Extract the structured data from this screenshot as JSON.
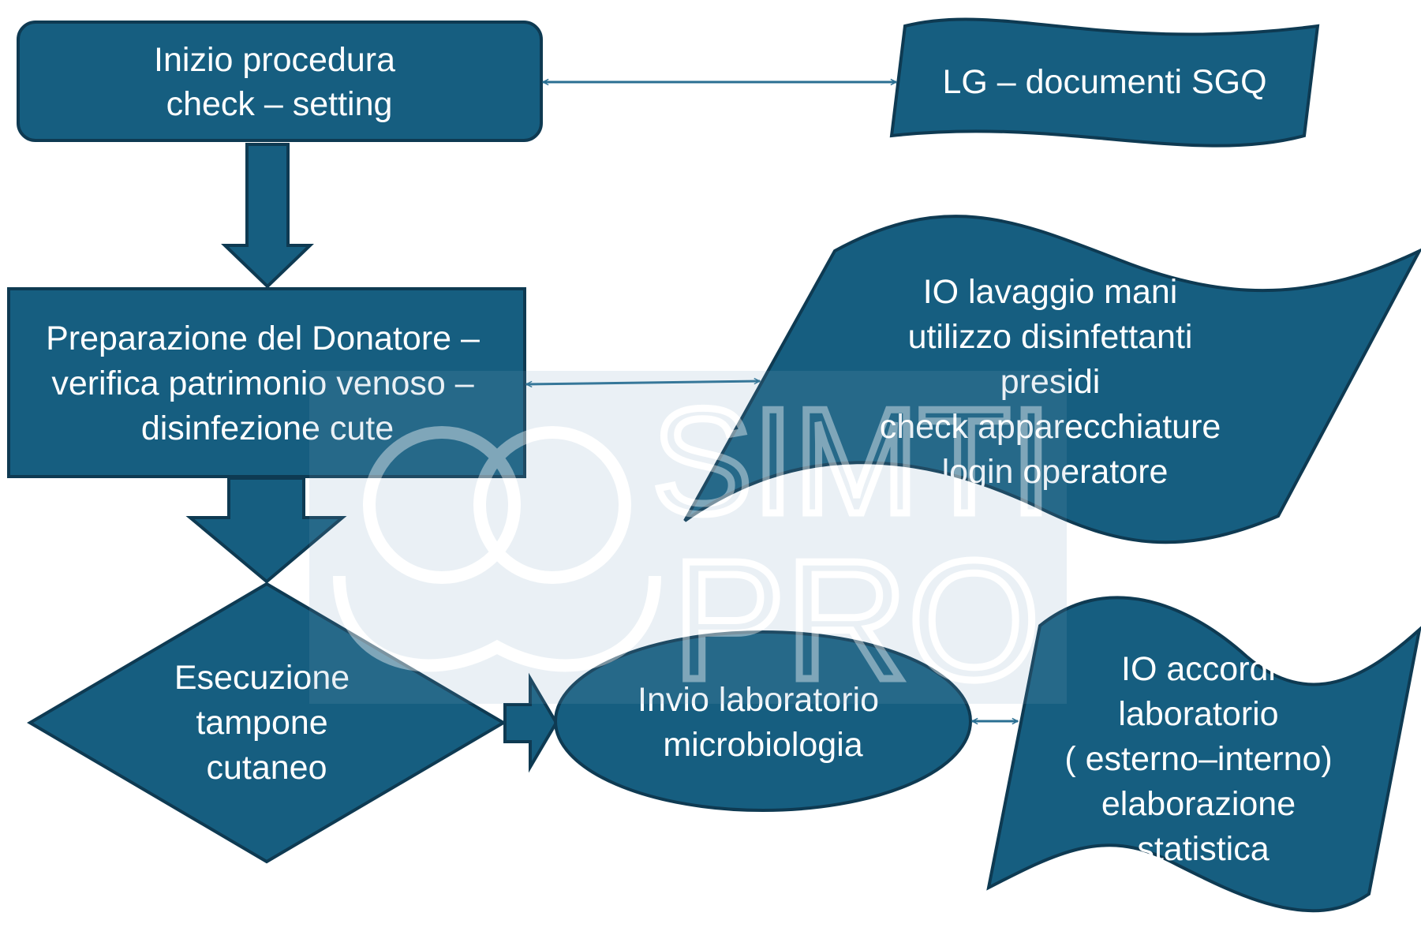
{
  "colors": {
    "node_fill": "#165e80",
    "node_stroke": "#0e3a52",
    "connector": "#2a6f92",
    "watermark": "#ffffff"
  },
  "nodes": {
    "start": {
      "lines": [
        "Inizio procedura",
        "check – setting"
      ]
    },
    "lg_docs": {
      "lines": [
        "LG – documenti SGQ"
      ]
    },
    "preparation": {
      "lines": [
        "Preparazione del Donatore –",
        "verifica patrimonio venoso –",
        "disinfezione cute"
      ]
    },
    "io_hands": {
      "lines": [
        "IO lavaggio mani",
        "utilizzo disinfettanti",
        "presidi",
        "check apparecchiature",
        "login operatore"
      ]
    },
    "swab": {
      "lines": [
        "Esecuzione",
        "tampone",
        "cutaneo"
      ]
    },
    "lab": {
      "lines": [
        "Invio laboratorio",
        "microbiologia"
      ]
    },
    "io_lab": {
      "lines": [
        "IO accordi",
        "laboratorio",
        "( esterno–interno)",
        "elaborazione",
        "statistica"
      ]
    }
  },
  "watermark": {
    "line1": "SIMTI",
    "line2": "PRO"
  }
}
